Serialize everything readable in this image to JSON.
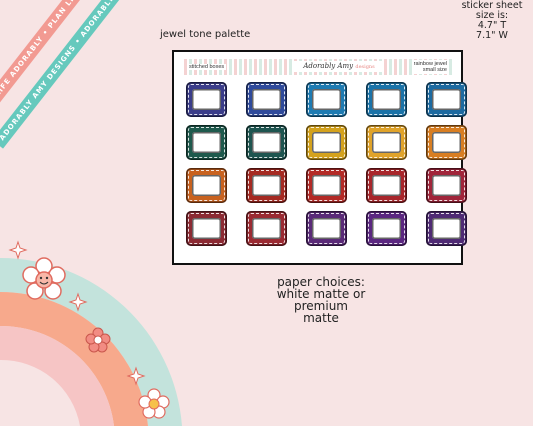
{
  "ribbons": {
    "pink_text": "PLAN LIFE ADORABLY • PLAN LIFE ADORABLY • PLAN LIFE ADORABLY",
    "teal_text": "ADORABLY AMY DESIGNS • ADORABLY AMY DESIGNS • ADORABLY AMY DESIGNS"
  },
  "palette_title": "jewel tone palette",
  "sheet_size": {
    "line1": "sticker sheet",
    "line2": "size is:",
    "line3": "4.7\" T",
    "line4": "7.1\" W"
  },
  "sheet": {
    "header_left": "stitched boxes",
    "logo_main": "Adorably Amy",
    "logo_sub": "designs",
    "header_right_1": "rainbow jewel",
    "header_right_2": "small size",
    "rows": [
      [
        "#3b3d8a",
        "#2f4a9b",
        "#1e7bb2",
        "#1b73a8",
        "#1d6aa0"
      ],
      [
        "#1f5a4d",
        "#1e5550",
        "#d4a21d",
        "#e0a32a",
        "#d87e22"
      ],
      [
        "#c8621f",
        "#a52a22",
        "#b32a26",
        "#a8262b",
        "#a0253a"
      ],
      [
        "#8c2a33",
        "#9b2a32",
        "#5a2a78",
        "#5b2781",
        "#4f2a74"
      ]
    ]
  },
  "paper_choices": {
    "line1": "paper choices:",
    "line2": "white matte or",
    "line3": "premium matte"
  },
  "rainbow_colors": {
    "outer": "#c3e3dc",
    "middle": "#f7a98c",
    "inner": "#f6c5c5",
    "accent": "#e7877d"
  }
}
